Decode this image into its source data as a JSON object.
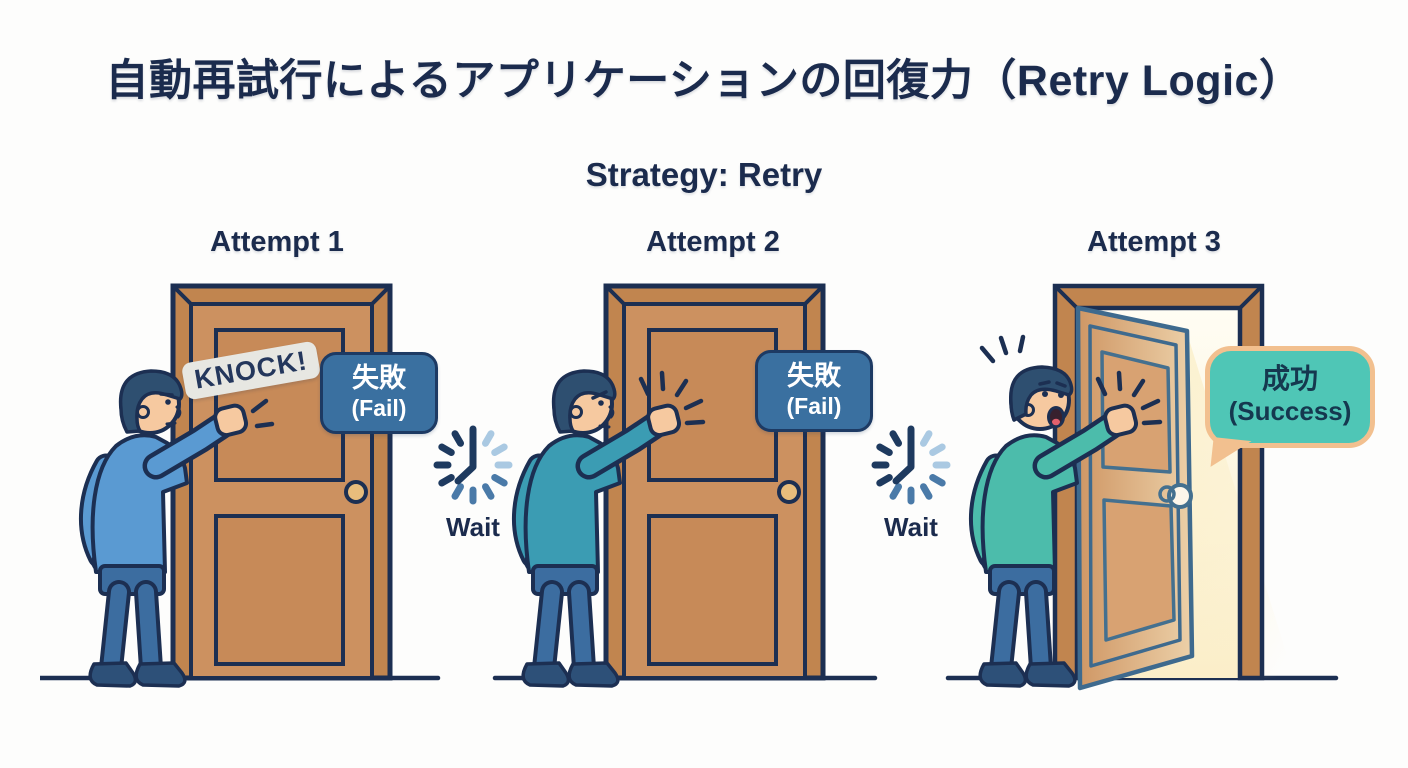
{
  "header": {
    "title": "自動再試行によるアプリケーションの回復力（Retry Logic）",
    "subtitle": "Strategy: Retry"
  },
  "panels": [
    {
      "label": "Attempt 1",
      "knock": "KNOCK!",
      "result_ja": "失敗",
      "result_en": "(Fail)",
      "status": "fail"
    },
    {
      "label": "Attempt 2",
      "result_ja": "失敗",
      "result_en": "(Fail)",
      "status": "fail"
    },
    {
      "label": "Attempt 3",
      "result_ja": "成功",
      "result_en": "(Success)",
      "status": "success"
    }
  ],
  "waits": [
    {
      "label": "Wait",
      "icon": "clock-icon"
    },
    {
      "label": "Wait",
      "icon": "clock-icon"
    }
  ],
  "colors": {
    "background": "#fdfdfc",
    "heading_navy": "#1b2b4d",
    "outline_navy": "#1c2f52",
    "door_wood": "#cc9160",
    "door_frame": "#c1854f",
    "door_panel": "#c78a58",
    "doorknob": "#e8bd7c",
    "fail_badge_bg": "#3a70a0",
    "fail_badge_border": "#1d3a63",
    "fail_badge_text": "#ffffff",
    "success_bubble_bg": "#4fc6b6",
    "success_bubble_border": "#f2c08f",
    "success_bubble_text": "#15384f",
    "shirt_attempt1": "#5a9ad2",
    "shirt_attempt2": "#3b9cb3",
    "shirt_attempt3": "#4cbcab",
    "pants": "#3c6da0",
    "shoes": "#2d5078",
    "skin": "#f6c9a0",
    "hair": "#2e4f70",
    "knock_sticker_bg": "#e7e7e2",
    "clock_dark": "#1e3a5f",
    "clock_mid": "#4a7aa8",
    "clock_light": "#aac9e2",
    "light_glow": "#faeec6"
  }
}
